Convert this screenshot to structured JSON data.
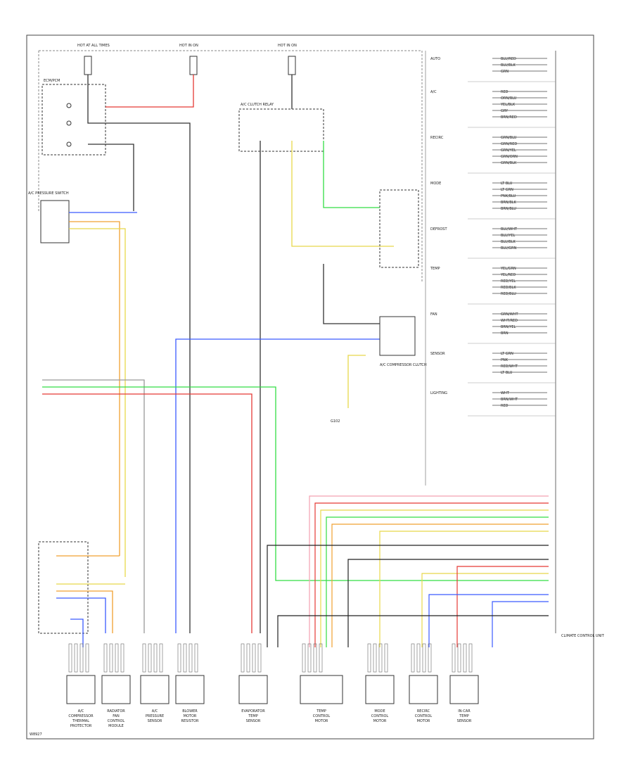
{
  "figure_code": "W8927",
  "colors": {
    "black": "#222222",
    "red": "#e53935",
    "green": "#33dd44",
    "blue": "#3b5bff",
    "yellow": "#e8d84a",
    "orange": "#f0a030",
    "pink": "#f4a0b0",
    "gray": "#999999",
    "lightblue": "#7aa0ff"
  },
  "components": {
    "top_fuse_left": "HOT AT ALL TIMES",
    "top_fuse_mid": "HOT IN ON",
    "top_fuse_right": "HOT IN ON",
    "left_module": "ECM/PCM",
    "left_sensor": "A/C PRESSURE SWITCH",
    "relay_top": "A/C CLUTCH RELAY",
    "compressor_clutch": "A/C COMPRESSOR CLUTCH",
    "ground_right": "G102",
    "right_module_title": "CLIMATE CONTROL UNIT",
    "bottom_connectors": [
      "A/C COMPRESSOR THERMAL PROTECTOR",
      "RADIATOR FAN CONTROL MODULE",
      "A/C PRESSURE SENSOR",
      "BLOWER MOTOR RESISTOR",
      "EVAPORATOR TEMP SENSOR",
      "TEMP CONTROL MOTOR",
      "MODE CONTROL MOTOR",
      "RECIRC CONTROL MOTOR",
      "IN-CAR TEMP SENSOR"
    ]
  },
  "right_panel_groups": [
    {
      "name": "AUTO",
      "pins": [
        "BLU/RED",
        "BLU/BLK",
        "GRN"
      ]
    },
    {
      "name": "A/C",
      "pins": [
        "RED",
        "ORN/BLU",
        "YEL/BLK",
        "GRY",
        "BRN/RED"
      ]
    },
    {
      "name": "RECIRC",
      "pins": [
        "GRN/BLU",
        "GRN/RED",
        "GRN/YEL",
        "GRN/ORN",
        "GRN/BLK"
      ]
    },
    {
      "name": "MODE",
      "pins": [
        "LT BLU",
        "LT GRN",
        "PNK/BLU",
        "BRN/BLK",
        "BRN/BLU"
      ]
    },
    {
      "name": "DEFROST",
      "pins": [
        "BLU/WHT",
        "BLU/YEL",
        "BLU/BLK",
        "BLU/GRN"
      ]
    },
    {
      "name": "TEMP",
      "pins": [
        "YEL/GRN",
        "YEL/RED",
        "RED/YEL",
        "RED/BLK",
        "RED/BLU"
      ]
    },
    {
      "name": "FAN",
      "pins": [
        "GRN/WHT",
        "WHT/RED",
        "BRN/YEL",
        "BRN"
      ]
    },
    {
      "name": "SENSOR",
      "pins": [
        "LT GRN",
        "PNK",
        "RED/WHT",
        "LT BLU"
      ]
    },
    {
      "name": "LIGHTING",
      "pins": [
        "WHT",
        "BRN/WHT",
        "RED"
      ]
    }
  ]
}
